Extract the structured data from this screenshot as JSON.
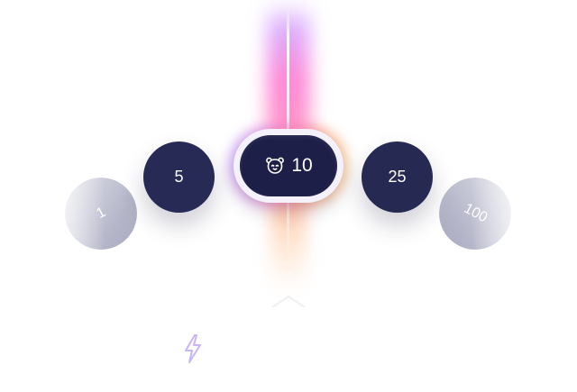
{
  "selector": {
    "selected": {
      "value": "10",
      "icon": "bear-icon"
    },
    "options": [
      {
        "value": "1"
      },
      {
        "value": "5"
      },
      {
        "value": "10"
      },
      {
        "value": "25"
      },
      {
        "value": "100"
      }
    ]
  },
  "footer": {
    "icon": "lightning-bolt-icon"
  },
  "colors": {
    "chip_dark": "#272a55",
    "chip_faded": "#b4b5c8",
    "selected_pill": "#1e1f48",
    "beam_purple": "#be6eff",
    "beam_pink": "#ff5fc8",
    "beam_orange": "#ffa078",
    "bolt": "#c9b4f5"
  }
}
